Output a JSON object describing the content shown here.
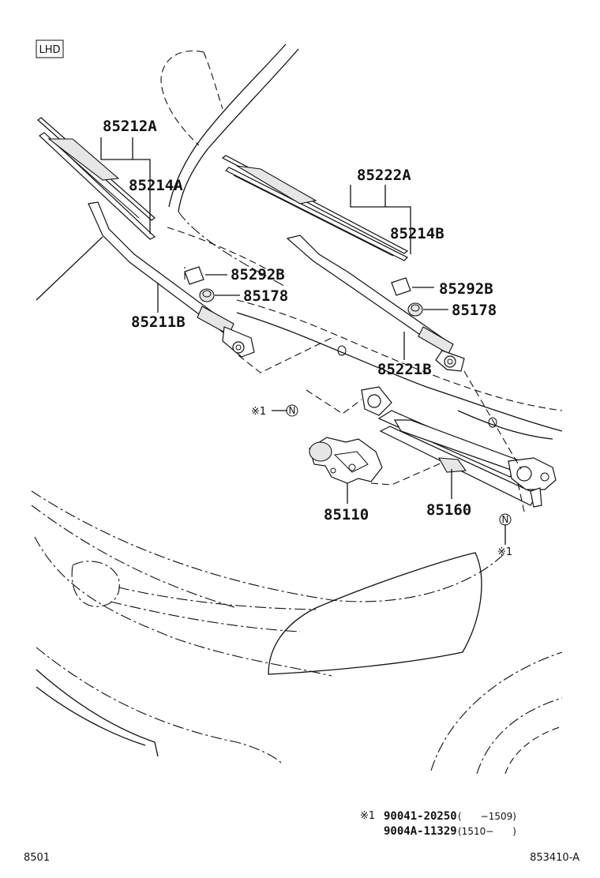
{
  "badge": "LHD",
  "labels": {
    "blade_left": "85212A",
    "rubber_left": "85214A",
    "cap_left": "85292B",
    "nut_left": "85178",
    "arm_left": "85211B",
    "blade_right": "85222A",
    "rubber_right": "85214B",
    "cap_right": "85292B",
    "nut_right": "85178",
    "arm_right": "85221B",
    "motor": "85110",
    "link": "85160",
    "ref_mark_left": "※1",
    "ref_mark_right": "※1",
    "n_symbol": "N"
  },
  "notes": {
    "marker": "※1",
    "rows": [
      {
        "part_no": "90041-20250",
        "range": "(　　−1509)"
      },
      {
        "part_no": "9004A-11329",
        "range": "(1510−　　)"
      }
    ]
  },
  "footer": {
    "left_code": "8501",
    "right_code": "853410-A"
  }
}
